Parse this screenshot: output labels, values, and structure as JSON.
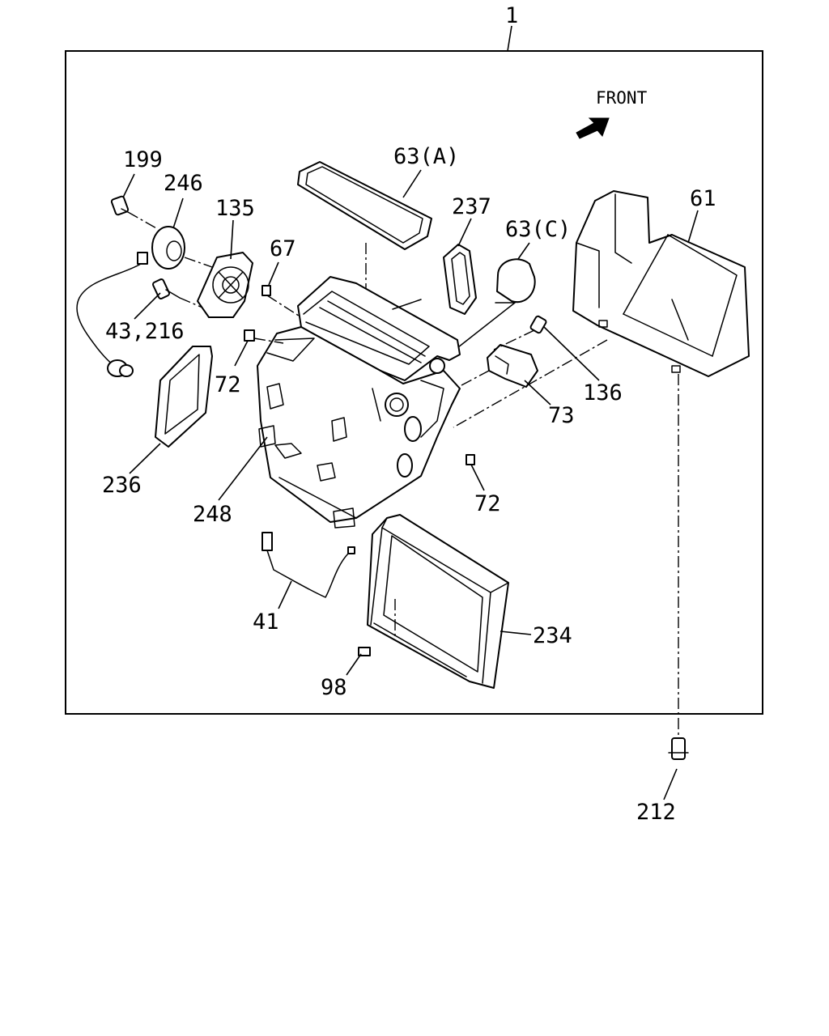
{
  "front_label": "FRONT",
  "callouts": [
    {
      "id": "assembly",
      "text": "1"
    },
    {
      "id": "p199",
      "text": "199"
    },
    {
      "id": "p246",
      "text": "246"
    },
    {
      "id": "p135",
      "text": "135"
    },
    {
      "id": "p67",
      "text": "67"
    },
    {
      "id": "p63a",
      "text": "63(A)"
    },
    {
      "id": "p237",
      "text": "237"
    },
    {
      "id": "p63c",
      "text": "63(C)"
    },
    {
      "id": "p61",
      "text": "61"
    },
    {
      "id": "p43_216",
      "text": "43,216"
    },
    {
      "id": "p72_left",
      "text": "72"
    },
    {
      "id": "p136",
      "text": "136"
    },
    {
      "id": "p73",
      "text": "73"
    },
    {
      "id": "p236",
      "text": "236"
    },
    {
      "id": "p248",
      "text": "248"
    },
    {
      "id": "p72_right",
      "text": "72"
    },
    {
      "id": "p41",
      "text": "41"
    },
    {
      "id": "p234",
      "text": "234"
    },
    {
      "id": "p98",
      "text": "98"
    },
    {
      "id": "p212",
      "text": "212"
    }
  ]
}
